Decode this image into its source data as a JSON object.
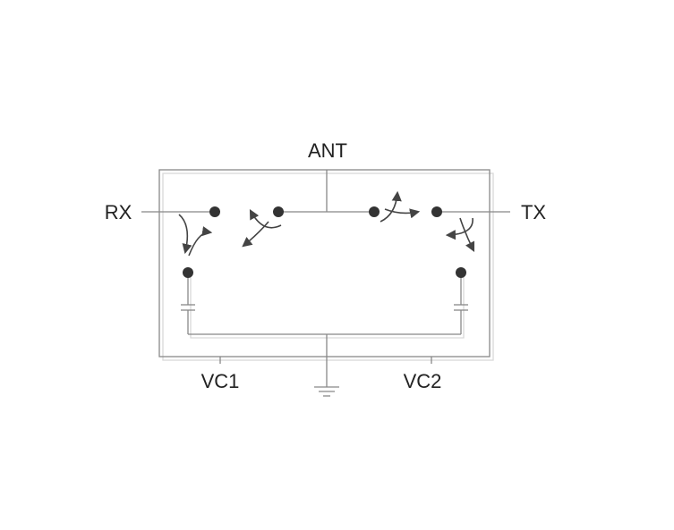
{
  "labels": {
    "ant": "ANT",
    "rx": "RX",
    "tx": "TX",
    "vc1": "VC1",
    "vc2": "VC2"
  },
  "colors": {
    "wire": "#888888",
    "node": "#333333",
    "arrow": "#444444",
    "text": "#222222"
  }
}
